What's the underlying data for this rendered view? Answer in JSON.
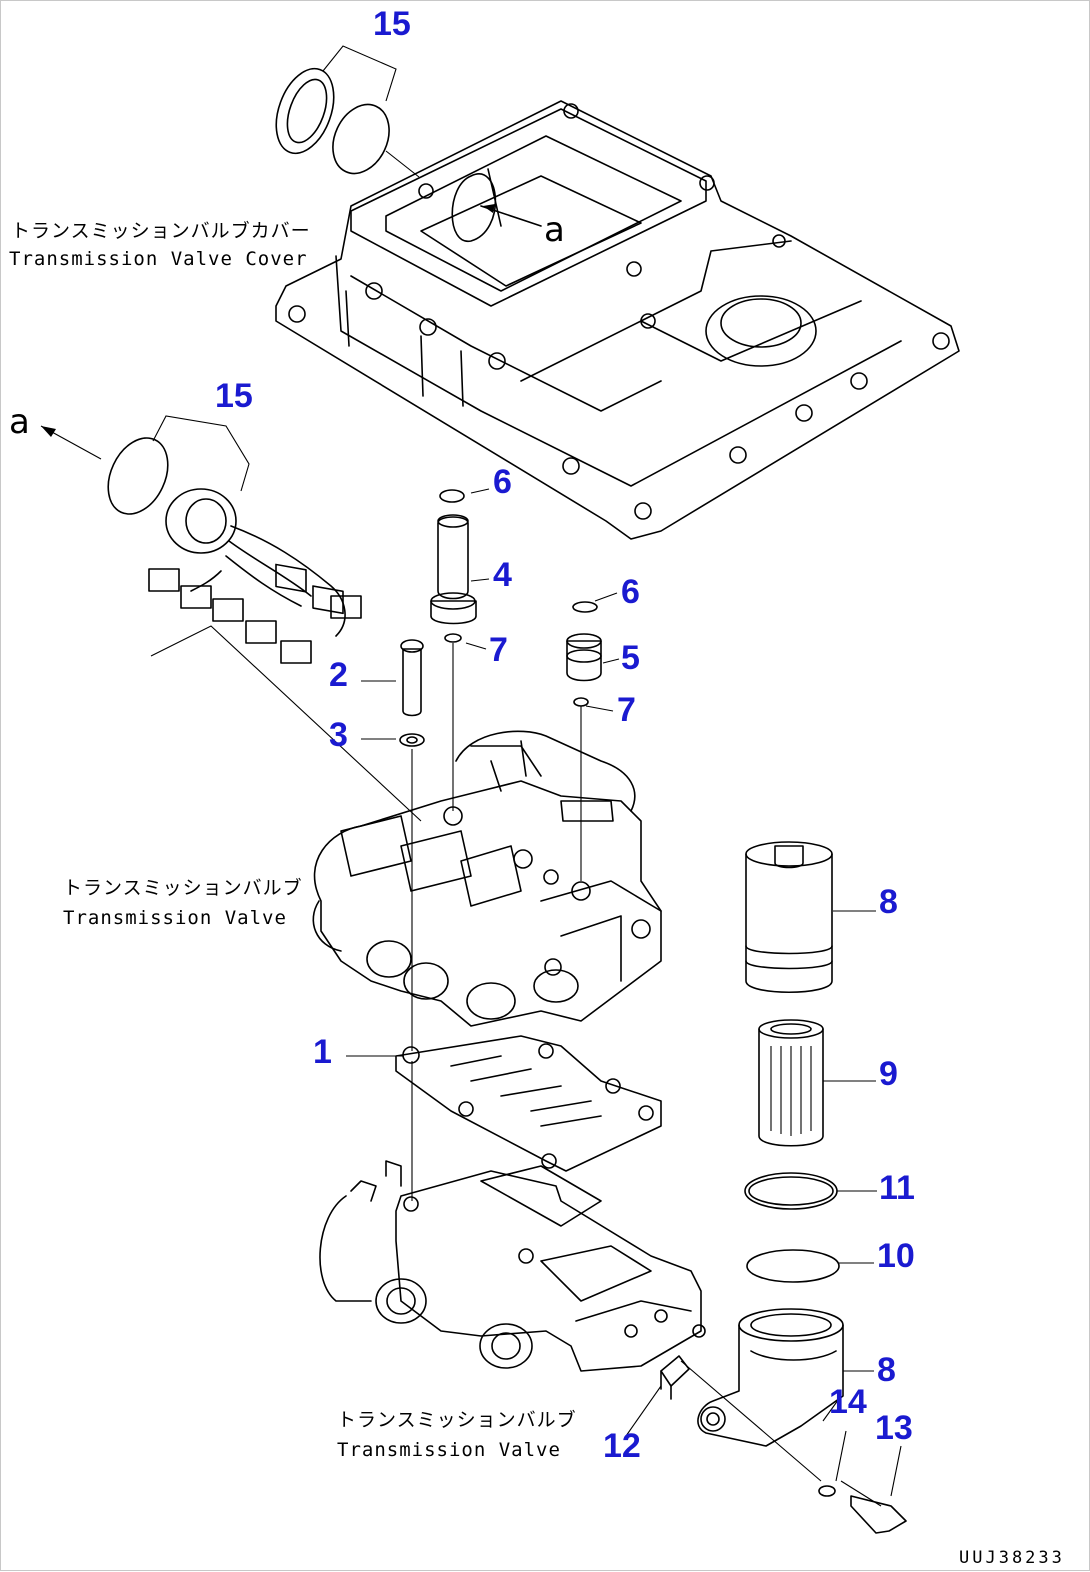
{
  "captions": {
    "cover_jp": "トランスミッションバルブカバー",
    "cover_en": "Transmission Valve Cover",
    "valve_jp": "トランスミッションバルブ",
    "valve_en": "Transmission Valve",
    "valve2_jp": "トランスミッションバルブ",
    "valve2_en": "Transmission Valve"
  },
  "view_marks": {
    "a_top": "a",
    "a_left": "a"
  },
  "callouts": {
    "c15_top": "15",
    "c15_left": "15",
    "c6_a": "6",
    "c4": "4",
    "c7_a": "7",
    "c6_b": "6",
    "c5": "5",
    "c2": "2",
    "c7_b": "7",
    "c3": "3",
    "c8_a": "8",
    "c1": "1",
    "c9": "9",
    "c11": "11",
    "c10": "10",
    "c8_b": "8",
    "c14": "14",
    "c13": "13",
    "c12": "12"
  },
  "drawing_code": "UUJ38233",
  "colors": {
    "callout": "#1a1ad0",
    "line": "#000000"
  }
}
